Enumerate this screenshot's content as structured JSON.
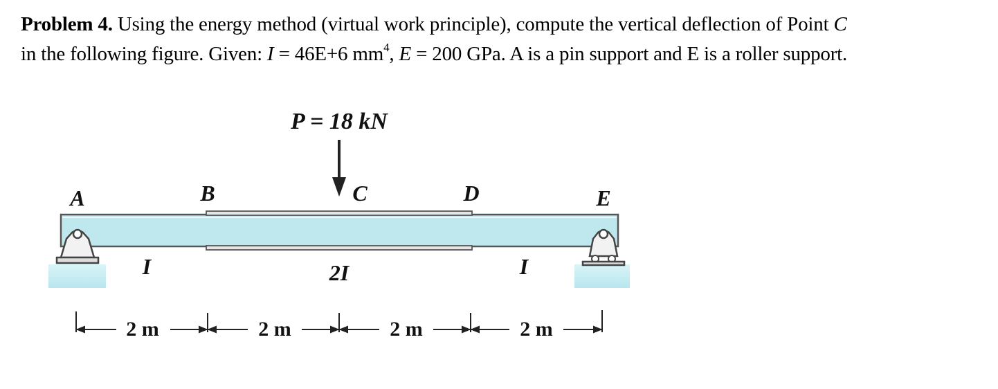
{
  "problem": {
    "label": "Problem 4.",
    "line1_text": "Using the energy method (virtual work principle), compute the vertical deflection of Point",
    "line1_point": "C",
    "line2_lead": "in the following figure. Given:",
    "inertia_symbol": "I",
    "inertia_value": " = 46E+6 mm",
    "inertia_exp": "4",
    "modulus_symbol": "E",
    "modulus_value": " = 200 GPa.",
    "support_note": "A is a pin support and E is a roller support."
  },
  "figure": {
    "load_label": "P = 18 kN",
    "points": {
      "A": "A",
      "B": "B",
      "C": "C",
      "D": "D",
      "E": "E"
    },
    "segment_inertia": [
      "I",
      "2I",
      "I"
    ],
    "dimensions": [
      "2 m",
      "2 m",
      "2 m",
      "2 m"
    ],
    "colors": {
      "beam_fill": "#bfe8ee",
      "beam_stroke": "#555555",
      "ground_fill": "#c9eef4",
      "support_fill": "#f2f2f2"
    }
  }
}
